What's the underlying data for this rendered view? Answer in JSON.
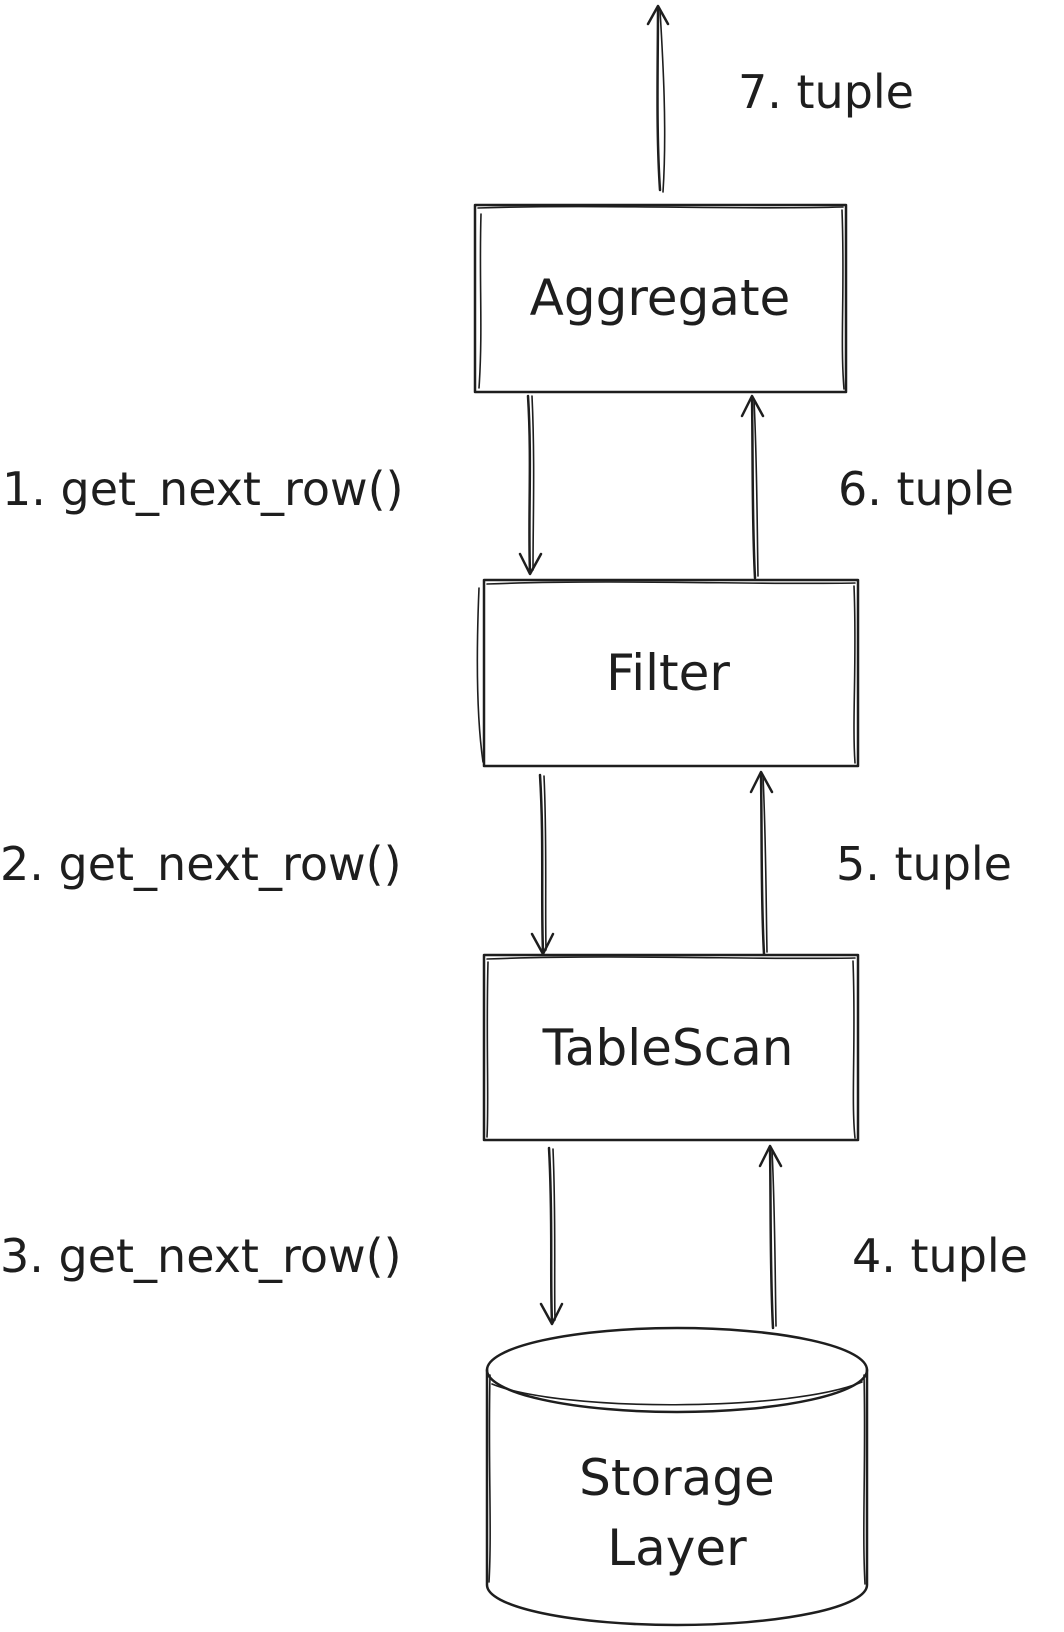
{
  "nodes": {
    "aggregate": "Aggregate",
    "filter": "Filter",
    "tablescan": "TableScan",
    "storage_line1": "Storage",
    "storage_line2": "Layer"
  },
  "calls": {
    "call1": "1. get_next_row()",
    "call2": "2. get_next_row()",
    "call3": "3. get_next_row()"
  },
  "returns": {
    "ret4": "4. tuple",
    "ret5": "5. tuple",
    "ret6": "6. tuple",
    "ret7": "7. tuple"
  }
}
